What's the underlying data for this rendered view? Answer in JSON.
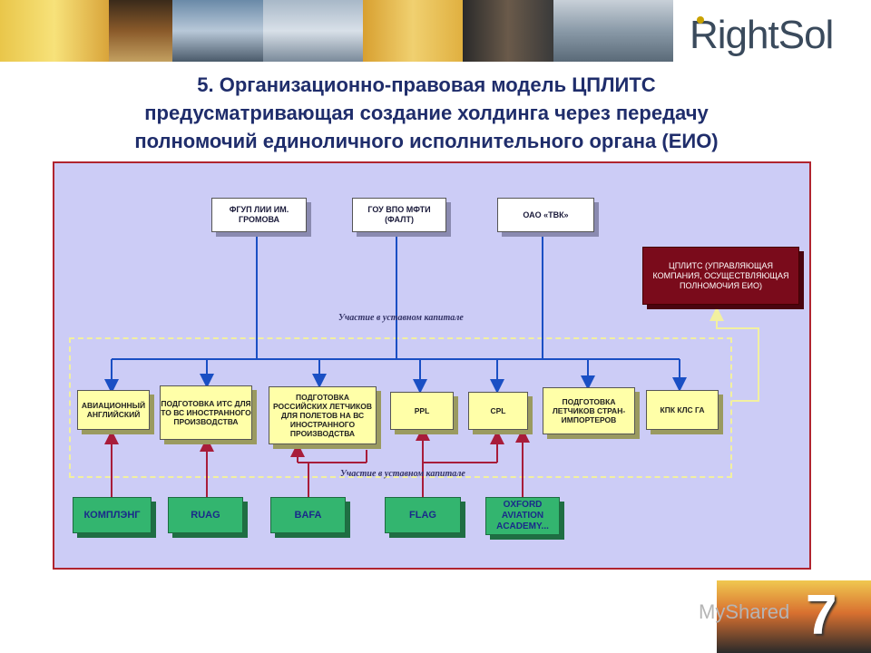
{
  "logo": {
    "text": "RightSol"
  },
  "title": {
    "line1": "5. Организационно-правовая модель ЦПЛИТС",
    "line2": "предусматривающая создание холдинга через передачу",
    "line3": "полномочий единоличного исполнительного органа (ЕИО)"
  },
  "top_boxes": [
    {
      "label": "ФГУП ЛИИ ИМ. ГРОМОВА"
    },
    {
      "label": "ГОУ ВПО МФТИ (ФАЛТ)"
    },
    {
      "label": "ОАО «ТВК»"
    }
  ],
  "mgmt_box": {
    "label": "ЦПЛИТС (УПРАВЛЯЮЩАЯ КОМПАНИЯ, ОСУЩЕСТВЛЯЮЩАЯ ПОЛНОМОЧИЯ ЕИО)"
  },
  "caption_top": "Участие в уставном капитале",
  "caption_bottom": "Участие в уставном капитале",
  "yellow_boxes": [
    {
      "label": "АВИАЦИОННЫЙ АНГЛИЙСКИЙ"
    },
    {
      "label": "ПОДГОТОВКА ИТС ДЛЯ ТО ВС ИНОСТРАННОГО ПРОИЗВОДСТВА"
    },
    {
      "label": "ПОДГОТОВКА РОССИЙСКИХ ЛЕТЧИКОВ ДЛЯ ПОЛЕТОВ НА ВС ИНОСТРАННОГО ПРОИЗВОДСТВА"
    },
    {
      "label": "PPL"
    },
    {
      "label": "CPL"
    },
    {
      "label": "ПОДГОТОВКА ЛЕТЧИКОВ СТРАН-ИМПОРТЕРОВ"
    },
    {
      "label": "КПК КЛС ГА"
    }
  ],
  "green_boxes": [
    {
      "label": "КОМПЛЭНГ"
    },
    {
      "label": "RUAG"
    },
    {
      "label": "BAFA"
    },
    {
      "label": "FLAG"
    },
    {
      "label": "OXFORD AVIATION ACADEMY..."
    }
  ],
  "colors": {
    "panel": "#ccccf6",
    "panel_border": "#b0242f",
    "blue_line": "#1a4fc4",
    "red_line": "#a81c3a",
    "yellow_line": "#f2f0a0",
    "title": "#1f2d6b"
  },
  "page_number": "7",
  "watermark": "MyShared"
}
